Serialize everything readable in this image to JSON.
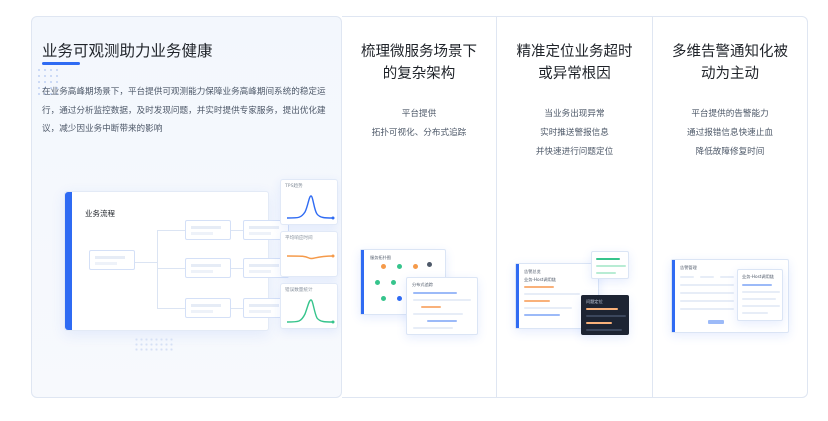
{
  "main_card": {
    "title": "业务可观测助力业务健康",
    "description": "在业务高峰期场景下，平台提供可观测能力保障业务高峰期间系统的稳定运行，通过分析监控数据，及时发现问题，并实时提供专家服务，提出优化建议，减少因业务中断带来的影响",
    "illustration": {
      "flow_label": "业务流程",
      "mini_cards": [
        "TPS趋势",
        "平均响应时间",
        "错误数量统计"
      ]
    }
  },
  "cards": [
    {
      "title": "梳理微服务场景下的复杂架构",
      "lines": [
        "平台提供",
        "拓扑可视化、分布式追踪"
      ],
      "illustration": {
        "label_a": "服务拓扑图",
        "label_b": "分布式追踪"
      }
    },
    {
      "title": "精准定位业务超时或异常根因",
      "lines": [
        "当业务出现异常",
        "实时推送警报信息",
        "并快速进行问题定位"
      ],
      "illustration": {
        "label_a": "告警总览",
        "label_b": "业务-Host调用链",
        "label_c": "问题定位"
      }
    },
    {
      "title": "多维告警通知化被动为主动",
      "lines": [
        "平台提供的告警能力",
        "通过报错信息快速止血",
        "降低故障修复时间"
      ],
      "illustration": {
        "label_a": "告警管理",
        "label_b": "业务-Host调用链"
      }
    }
  ],
  "colors": {
    "accent": "#2f6bf3",
    "green": "#36c48c",
    "orange": "#f59a4a",
    "border": "#dfe6f2"
  }
}
